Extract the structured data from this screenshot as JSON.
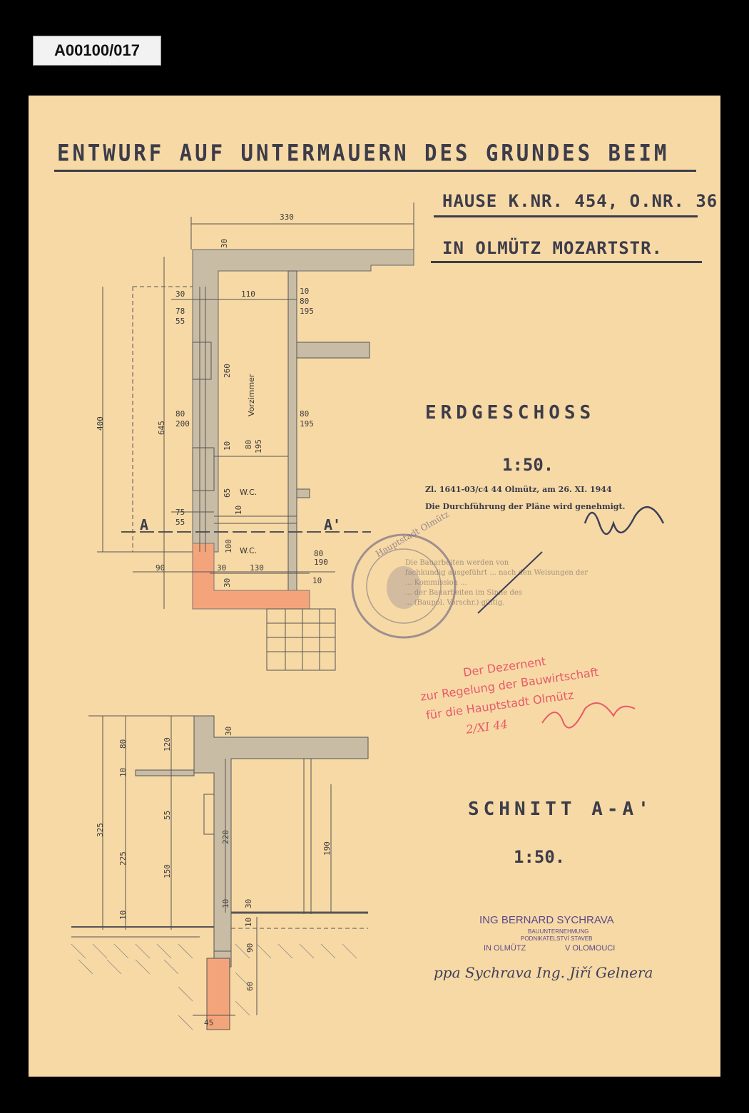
{
  "archive_id": "A00100/017",
  "title": {
    "line1": "ENTWURF AUF UNTERMAUERN DES GRUNDES BEIM",
    "line2": "HAUSE K.NR. 454, O.NR. 36",
    "line3": "IN OLMÜTZ MOZARTSTR."
  },
  "plan": {
    "heading": "ERDGESCHOSS",
    "scale": "1:50.",
    "rooms": [
      "Vorzimmer",
      "W.C.",
      "W.C."
    ],
    "section_marks": [
      "A",
      "A'"
    ],
    "dimensions": [
      "330",
      "30",
      "30",
      "110",
      "10",
      "80",
      "195",
      "78",
      "55",
      "260",
      "400",
      "645",
      "80",
      "200",
      "80",
      "195",
      "10",
      "80",
      "195",
      "65",
      "10",
      "75",
      "55",
      "100",
      "80",
      "190",
      "90",
      "30",
      "130",
      "30",
      "10"
    ]
  },
  "section": {
    "heading": "SCHNITT A-A'",
    "scale": "1:50.",
    "dimensions": [
      "80",
      "10",
      "120",
      "30",
      "325",
      "55",
      "225",
      "220",
      "190",
      "150",
      "10",
      "10",
      "30",
      "10",
      "90",
      "60",
      "45"
    ]
  },
  "approval": {
    "number_line": "Zl. 1641-03/c4 44 Olmütz, am 26. XI. 1944",
    "line1": "Die Durchführung der Pläne wird genehmigt.",
    "faint_lines": [
      "Die Bauarbeiten werden von",
      "fachkundig ausgeführt ... nach den Weisungen der",
      "... Kommission ...",
      "... der Bauarbeiten im Sinne des",
      "... (Baupol. Vorschr.) gültig."
    ],
    "round_stamp_text": "Hauptstadt Olmütz"
  },
  "red_stamp": {
    "line1": "Der Dezernent",
    "line2": "zur Regelung der Bauwirtschaft",
    "line3": "für die Hauptstadt Olmütz",
    "date": "2/XI 44"
  },
  "firm_stamp": {
    "name": "ING BERNARD SYCHRAVA",
    "sub1": "BAUUNTERNEHMUNG",
    "sub2": "PODNIKATELSTVÍ STAVEB",
    "city_de": "IN OLMÜTZ",
    "city_cz": "V OLOMOUCI",
    "signature": "ppa Sychrava Ing. Jiří Gelnera"
  },
  "colors": {
    "paper": "#f7d9a5",
    "wall": "#c9bca5",
    "new_wall": "#f4a47a",
    "red_stamp": "#e85a6a",
    "purple_stamp": "#5b4a8a"
  }
}
